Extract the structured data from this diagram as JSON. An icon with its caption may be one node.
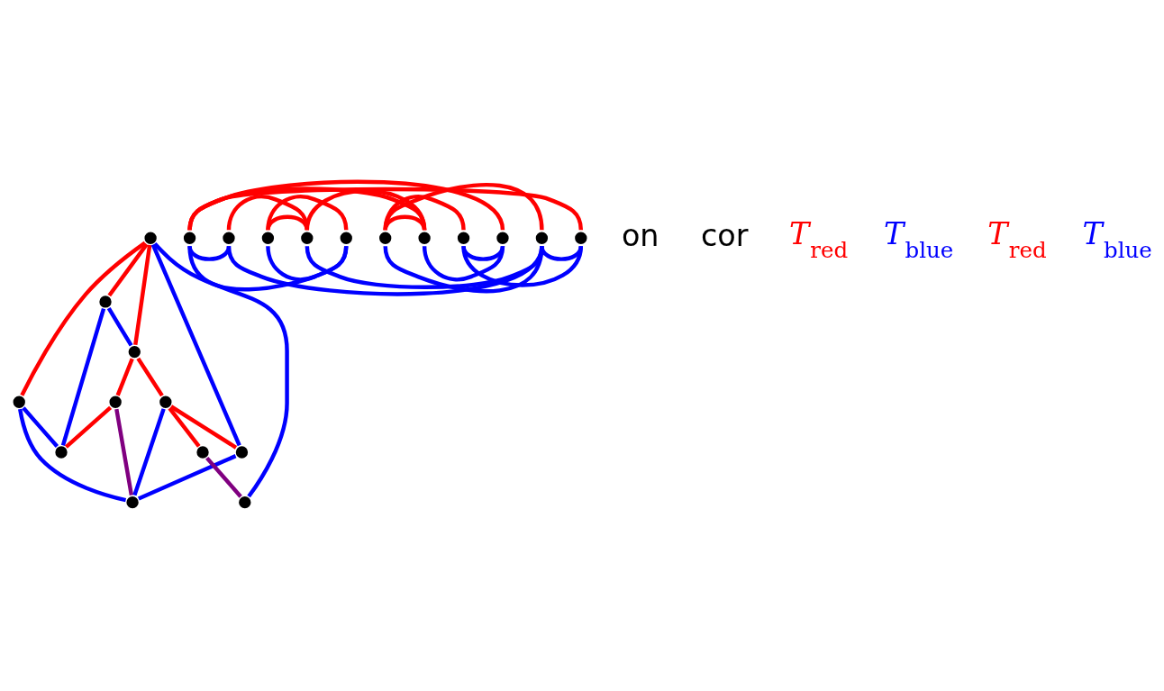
{
  "diagram": {
    "nodes": [
      {
        "text": [],
        "shape": "circle"
      },
      {
        "text": [],
        "shape": "circle"
      },
      {
        "text": [],
        "shape": "circle"
      },
      {
        "text": [],
        "shape": "circle"
      },
      {
        "text": [],
        "shape": "circle"
      },
      {
        "text": [],
        "shape": "circle"
      },
      {
        "text": [],
        "shape": "circle"
      },
      {
        "text": [],
        "shape": "circle"
      },
      {
        "text": [],
        "shape": "circle"
      },
      {
        "text": [],
        "shape": "circle"
      },
      {
        "text": [],
        "shape": "circle"
      },
      {
        "text": [],
        "shape": "circle"
      },
      {
        "text": [],
        "shape": "circle"
      },
      {
        "text": [],
        "shape": "circle"
      },
      {
        "text": [],
        "shape": "circle"
      },
      {
        "text": [],
        "shape": "circle"
      },
      {
        "text": [],
        "shape": "circle"
      },
      {
        "text": [],
        "shape": "circle"
      },
      {
        "text": [],
        "shape": "circle"
      },
      {
        "text": [],
        "shape": "circle"
      },
      {
        "text": [],
        "shape": "circle"
      },
      {
        "text": [],
        "shape": "circle"
      }
    ],
    "edges": [
      {
        "from": 0,
        "to": 1,
        "arrow": "none",
        "color": "#ff0000"
      },
      {
        "from": 0,
        "to": 2,
        "arrow": "none",
        "color": "#ff0000"
      },
      {
        "from": 0,
        "to": 3,
        "arrow": "none",
        "color": "#ff0000"
      },
      {
        "from": 3,
        "to": 7,
        "arrow": "none",
        "color": "#ff0000"
      },
      {
        "from": 3,
        "to": 6,
        "arrow": "none",
        "color": "#ff0000"
      },
      {
        "from": 6,
        "to": 4,
        "arrow": "none",
        "color": "#ff0000"
      },
      {
        "from": 7,
        "to": 8,
        "arrow": "none",
        "color": "#ff0000"
      },
      {
        "from": 7,
        "to": 10,
        "arrow": "none",
        "color": "#ff0000"
      },
      {
        "from": 10,
        "to": 9,
        "arrow": "none",
        "color": "#800080"
      },
      {
        "from": 6,
        "to": 5,
        "arrow": "none",
        "color": "#800080"
      },
      {
        "from": 0,
        "to": 9,
        "arrow": "none",
        "color": "#0000ff"
      },
      {
        "from": 0,
        "to": 8,
        "arrow": "none",
        "color": "#0000ff"
      },
      {
        "from": 1,
        "to": 5,
        "arrow": "none",
        "color": "#0000ff"
      },
      {
        "from": 1,
        "to": 4,
        "arrow": "none",
        "color": "#0000ff"
      },
      {
        "from": 2,
        "to": 3,
        "arrow": "none",
        "color": "#0000ff"
      },
      {
        "from": 2,
        "to": 4,
        "arrow": "none",
        "color": "#0000ff"
      },
      {
        "from": 8,
        "to": 5,
        "arrow": "none",
        "color": "#0000ff"
      },
      {
        "from": 7,
        "to": 5,
        "arrow": "none",
        "color": "#0000ff"
      },
      {
        "from": 11,
        "to": 21,
        "arrow": "none",
        "color": "#ff0000"
      },
      {
        "from": 11,
        "to": 20,
        "arrow": "none",
        "color": "#ff0000"
      },
      {
        "from": 11,
        "to": 19,
        "arrow": "none",
        "color": "#ff0000"
      },
      {
        "from": 12,
        "to": 13,
        "arrow": "none",
        "color": "#ff0000"
      },
      {
        "from": 12,
        "to": 15,
        "arrow": "none",
        "color": "#ff0000"
      },
      {
        "from": 14,
        "to": 15,
        "arrow": "none",
        "color": "#ff0000"
      },
      {
        "from": 15,
        "to": 19,
        "arrow": "none",
        "color": "#ff0000"
      },
      {
        "from": 16,
        "to": 19,
        "arrow": "none",
        "color": "#ff0000"
      },
      {
        "from": 16,
        "to": 18,
        "arrow": "none",
        "color": "#ff0000"
      },
      {
        "from": 16,
        "to": 17,
        "arrow": "none",
        "color": "#ff0000"
      },
      {
        "from": 12,
        "to": 13,
        "arrow": "none",
        "color": "#0000ff"
      },
      {
        "from": 11,
        "to": 13,
        "arrow": "none",
        "color": "#0000ff"
      },
      {
        "from": 11,
        "to": 14,
        "arrow": "none",
        "color": "#0000ff"
      },
      {
        "from": 14,
        "to": 17,
        "arrow": "none",
        "color": "#0000ff"
      },
      {
        "from": 15,
        "to": 17,
        "arrow": "none",
        "color": "#0000ff"
      },
      {
        "from": 16,
        "to": 17,
        "arrow": "none",
        "color": "#0000ff"
      },
      {
        "from": 17,
        "to": 21,
        "arrow": "none",
        "color": "#0000ff"
      },
      {
        "from": 18,
        "to": 21,
        "arrow": "none",
        "color": "#0000ff"
      },
      {
        "from": 18,
        "to": 20,
        "arrow": "none",
        "color": "#0000ff"
      },
      {
        "from": 19,
        "to": 20,
        "arrow": "none",
        "color": "#0000ff"
      }
    ],
    "labels": [
      "on",
      "cor",
      "*T*$_{red}$",
      "*T*$_{blue}$",
      "*T*$_{red}$",
      "*T*$_{blue}$"
    ]
  }
}
